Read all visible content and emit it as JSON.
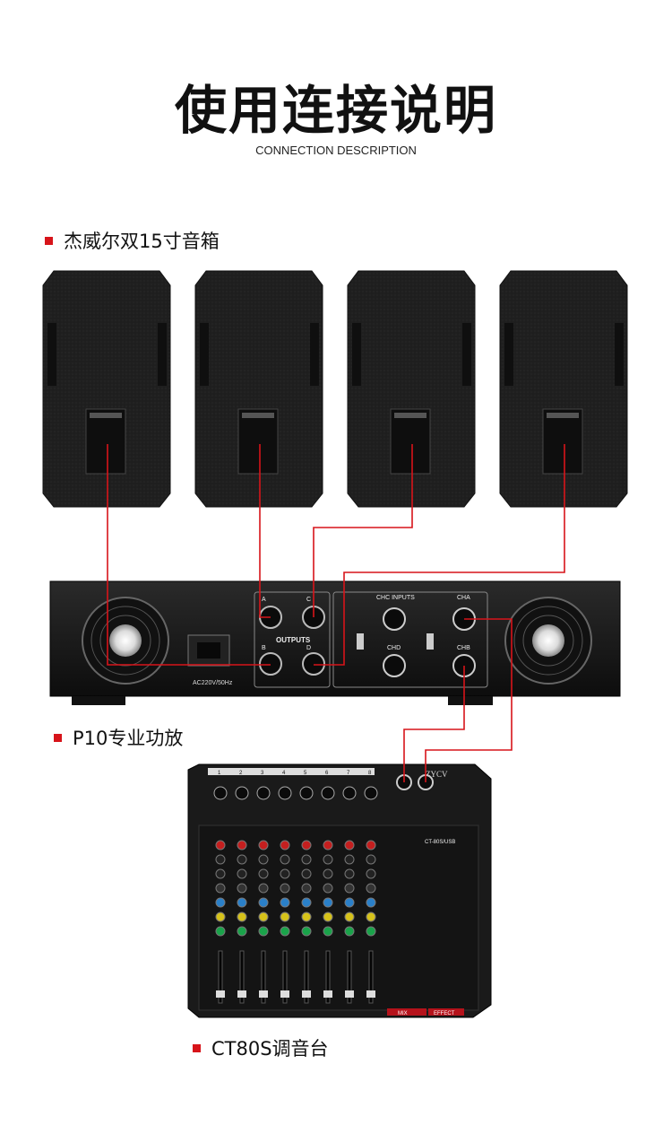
{
  "header": {
    "title": "使用连接说明",
    "subtitle": "CONNECTION DESCRIPTION"
  },
  "sections": {
    "speakers": "杰威尔双15寸音箱",
    "amplifier": "P10专业功放",
    "mixer": "CT80S调音台"
  },
  "amplifier_panel": {
    "outputs": "OUTPUTS",
    "inputs": "CHC INPUTS",
    "cha": "CHA",
    "chb": "CHB",
    "chd": "CHD",
    "power": "AC220V/50Hz",
    "a": "A",
    "b": "B",
    "c": "C",
    "d": "D"
  },
  "mixer_panel": {
    "model": "CT-80S/USB",
    "logo": "ZYCV",
    "mix": "MIX",
    "effect": "EFFECT",
    "channels": [
      "1",
      "2",
      "3",
      "4",
      "5",
      "6",
      "7",
      "8"
    ]
  },
  "colors": {
    "bullet": "#d7141a",
    "cable": "#d7141a",
    "device": "#1d1d1d"
  }
}
